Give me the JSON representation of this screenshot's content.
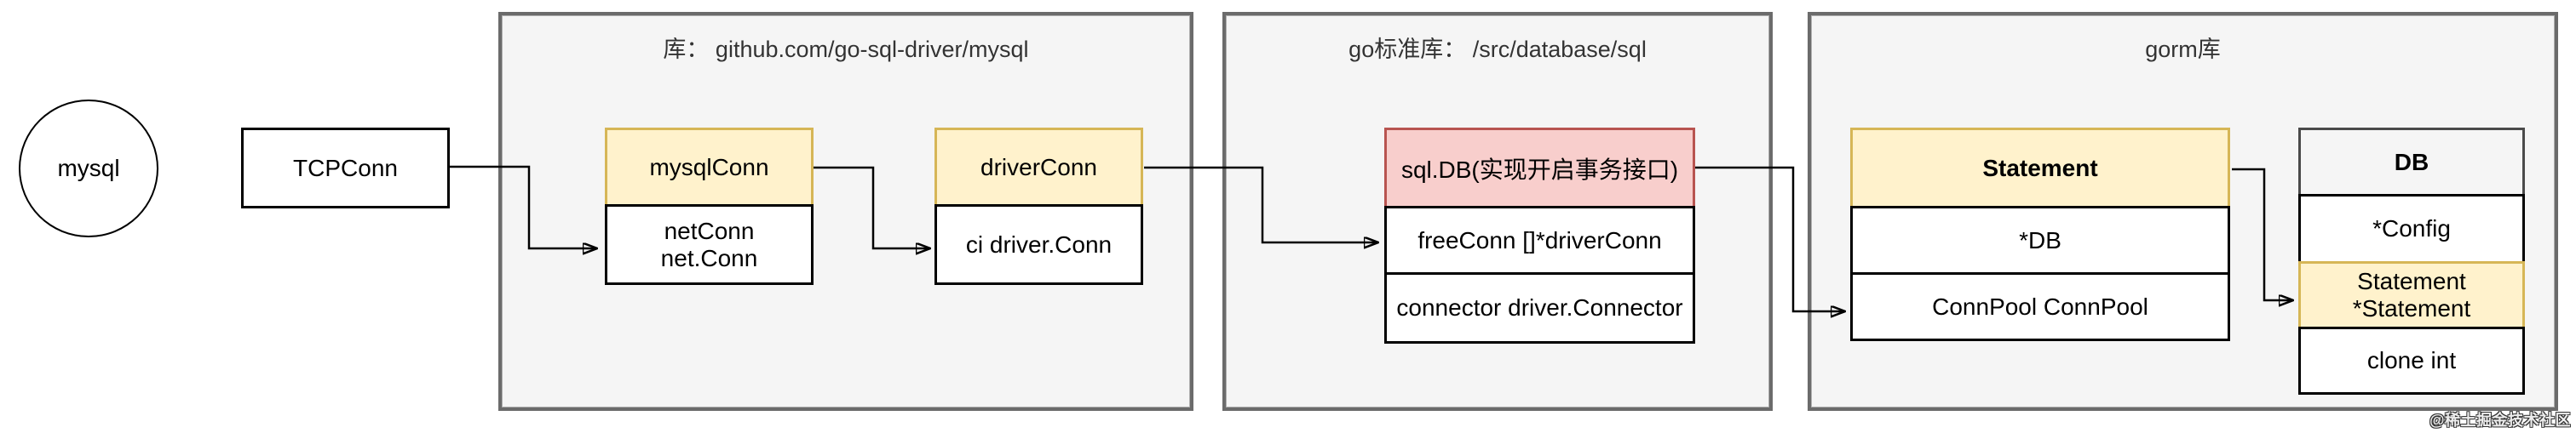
{
  "diagram": {
    "mysql_node": {
      "label": "mysql"
    },
    "tcpconn_node": {
      "label": "TCPConn"
    },
    "containers": [
      {
        "title": "库： github.com/go-sql-driver/mysql"
      },
      {
        "title": "go标准库： /src/database/sql"
      },
      {
        "title": "gorm库"
      }
    ],
    "tables": [
      {
        "header": "mysqlConn",
        "rows": [
          "netConn net.Conn"
        ]
      },
      {
        "header": "driverConn",
        "rows": [
          "ci driver.Conn"
        ]
      },
      {
        "header": "sql.DB(实现开启事务接口)",
        "rows": [
          "freeConn []*driverConn",
          "connector driver.Connector"
        ]
      },
      {
        "header": "Statement",
        "rows": [
          "*DB",
          "ConnPool ConnPool"
        ]
      },
      {
        "header": "DB",
        "rows": [
          "*Config",
          "Statement *Statement",
          "clone int"
        ]
      }
    ],
    "colors": {
      "header_yellow_fill": "#fff2cc",
      "header_yellow_border": "#d6b656",
      "header_red_fill": "#f8cecc",
      "header_red_border": "#b85450",
      "container_fill": "#f5f5f5",
      "container_border": "#6b6b6b",
      "line": "#000000"
    },
    "watermark": "@稀土掘金技术社区"
  }
}
